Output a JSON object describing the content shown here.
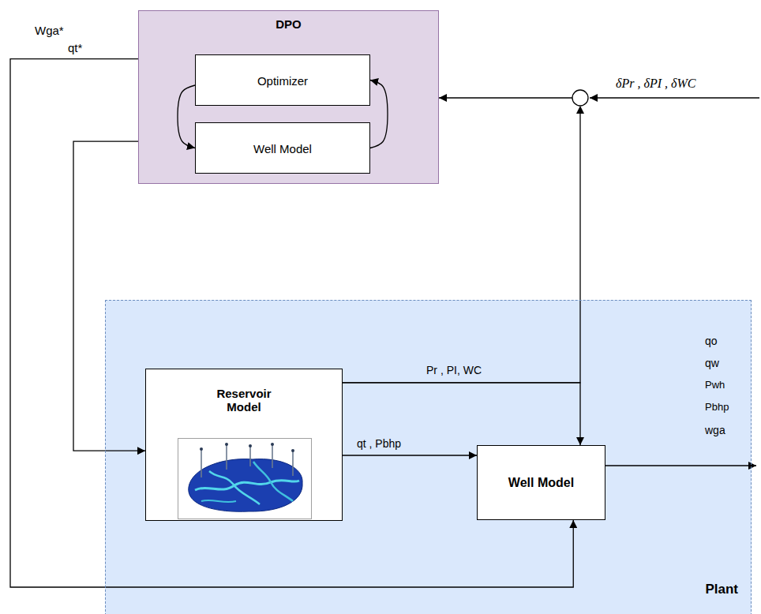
{
  "diagram": {
    "nodes": [
      {
        "text": [
          "DPO"
        ]
      },
      {
        "text": [
          "Optimizer"
        ],
        "in": 0
      },
      {
        "text": [
          "Well Model"
        ],
        "in": 0
      },
      {
        "text": [
          "Plant"
        ]
      },
      {
        "text": [
          "Reservoir Model"
        ],
        "in": 3
      },
      {
        "text": [
          "Well Model"
        ],
        "in": 3
      }
    ],
    "edges": [
      {
        "from": 1,
        "to": 2,
        "arrow": "to"
      },
      {
        "from": 2,
        "to": 1,
        "arrow": "to"
      },
      {
        "from": 0,
        "to": 5,
        "label": "Wga*",
        "arrow": "to"
      },
      {
        "from": 0,
        "to": 4,
        "label": "qt*",
        "arrow": "to"
      },
      {
        "from": 4,
        "to": 0,
        "arrow": "to"
      },
      {
        "from": 4,
        "to": 5,
        "label": "Pr , PI, WC",
        "arrow": "to"
      },
      {
        "from": 4,
        "to": 5,
        "label": "qt , Pbhp",
        "arrow": "to"
      }
    ],
    "labels": [
      "δPr , δPI , δWC",
      "qo",
      "qw",
      "Pwh",
      "Pbhp",
      "wga"
    ]
  }
}
